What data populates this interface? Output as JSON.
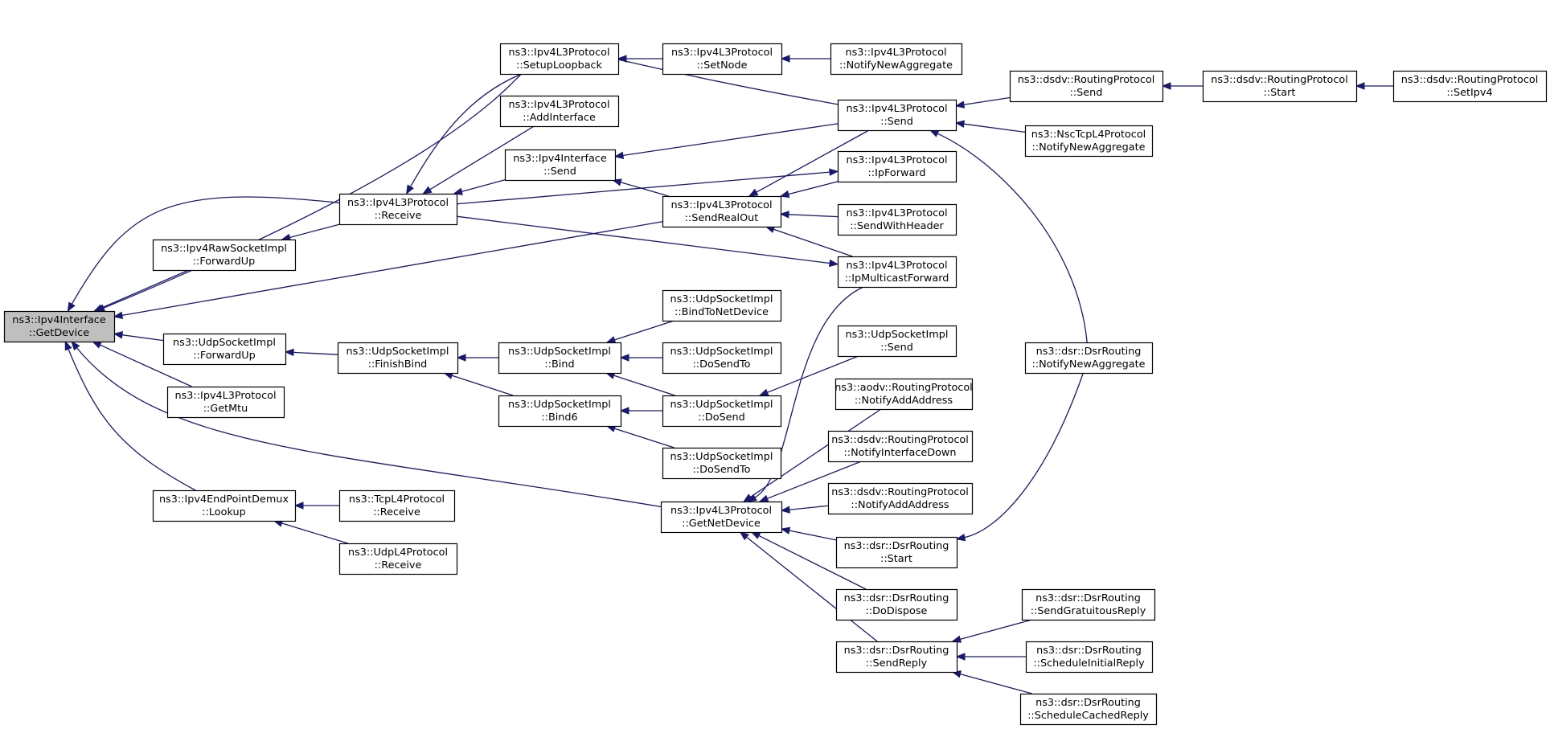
{
  "diagram": {
    "nodes": [
      {
        "id": "root",
        "line1": "ns3::Ipv4Interface",
        "line2": "::GetDevice"
      },
      {
        "id": "ipv4l3_setuploopback",
        "line1": "ns3::Ipv4L3Protocol",
        "line2": "::SetupLoopback"
      },
      {
        "id": "ipv4l3_setnode",
        "line1": "ns3::Ipv4L3Protocol",
        "line2": "::SetNode"
      },
      {
        "id": "ipv4l3_notifynewaggregate",
        "line1": "ns3::Ipv4L3Protocol",
        "line2": "::NotifyNewAggregate"
      },
      {
        "id": "ipv4l3_addinterface",
        "line1": "ns3::Ipv4L3Protocol",
        "line2": "::AddInterface"
      },
      {
        "id": "ipv4l3_send",
        "line1": "ns3::Ipv4L3Protocol",
        "line2": "::Send"
      },
      {
        "id": "dsdv_send",
        "line1": "ns3::dsdv::RoutingProtocol",
        "line2": "::Send"
      },
      {
        "id": "dsdv_start",
        "line1": "ns3::dsdv::RoutingProtocol",
        "line2": "::Start"
      },
      {
        "id": "dsdv_setipv4",
        "line1": "ns3::dsdv::RoutingProtocol",
        "line2": "::SetIpv4"
      },
      {
        "id": "nsctcp_notifynewaggregate",
        "line1": "ns3::NscTcpL4Protocol",
        "line2": "::NotifyNewAggregate"
      },
      {
        "id": "ipv4iface_send",
        "line1": "ns3::Ipv4Interface",
        "line2": "::Send"
      },
      {
        "id": "ipv4l3_ipforward",
        "line1": "ns3::Ipv4L3Protocol",
        "line2": "::IpForward"
      },
      {
        "id": "ipv4l3_receive",
        "line1": "ns3::Ipv4L3Protocol",
        "line2": "::Receive"
      },
      {
        "id": "ipv4l3_sendrealout",
        "line1": "ns3::Ipv4L3Protocol",
        "line2": "::SendRealOut"
      },
      {
        "id": "ipv4l3_sendwithheader",
        "line1": "ns3::Ipv4L3Protocol",
        "line2": "::SendWithHeader"
      },
      {
        "id": "ipv4raw_forwardup",
        "line1": "ns3::Ipv4RawSocketImpl",
        "line2": "::ForwardUp"
      },
      {
        "id": "ipv4l3_ipmulticastforward",
        "line1": "ns3::Ipv4L3Protocol",
        "line2": "::IpMulticastForward"
      },
      {
        "id": "udpsock_bindtonetdevice",
        "line1": "ns3::UdpSocketImpl",
        "line2": "::BindToNetDevice"
      },
      {
        "id": "udpsock_forwardup",
        "line1": "ns3::UdpSocketImpl",
        "line2": "::ForwardUp"
      },
      {
        "id": "udpsock_finishbind",
        "line1": "ns3::UdpSocketImpl",
        "line2": "::FinishBind"
      },
      {
        "id": "udpsock_bind",
        "line1": "ns3::UdpSocketImpl",
        "line2": "::Bind"
      },
      {
        "id": "udpsock_dosendto1",
        "line1": "ns3::UdpSocketImpl",
        "line2": "::DoSendTo"
      },
      {
        "id": "udpsock_send",
        "line1": "ns3::UdpSocketImpl",
        "line2": "::Send"
      },
      {
        "id": "dsr_notifynewaggregate",
        "line1": "ns3::dsr::DsrRouting",
        "line2": "::NotifyNewAggregate"
      },
      {
        "id": "ipv4l3_getmtu",
        "line1": "ns3::Ipv4L3Protocol",
        "line2": "::GetMtu"
      },
      {
        "id": "udpsock_bind6",
        "line1": "ns3::UdpSocketImpl",
        "line2": "::Bind6"
      },
      {
        "id": "udpsock_dosend",
        "line1": "ns3::UdpSocketImpl",
        "line2": "::DoSend"
      },
      {
        "id": "aodv_notifyaddaddress",
        "line1": "ns3::aodv::RoutingProtocol",
        "line2": "::NotifyAddAddress"
      },
      {
        "id": "dsdv_notifyinterfacedown",
        "line1": "ns3::dsdv::RoutingProtocol",
        "line2": "::NotifyInterfaceDown"
      },
      {
        "id": "udpsock_dosendto2",
        "line1": "ns3::UdpSocketImpl",
        "line2": "::DoSendTo"
      },
      {
        "id": "ipv4ep_lookup",
        "line1": "ns3::Ipv4EndPointDemux",
        "line2": "::Lookup"
      },
      {
        "id": "tcpl4_receive",
        "line1": "ns3::TcpL4Protocol",
        "line2": "::Receive"
      },
      {
        "id": "ipv4l3_getnetdevice",
        "line1": "ns3::Ipv4L3Protocol",
        "line2": "::GetNetDevice"
      },
      {
        "id": "dsdv_notifyaddaddress",
        "line1": "ns3::dsdv::RoutingProtocol",
        "line2": "::NotifyAddAddress"
      },
      {
        "id": "dsr_start",
        "line1": "ns3::dsr::DsrRouting",
        "line2": "::Start"
      },
      {
        "id": "udpl4_receive",
        "line1": "ns3::UdpL4Protocol",
        "line2": "::Receive"
      },
      {
        "id": "dsr_dodispose",
        "line1": "ns3::dsr::DsrRouting",
        "line2": "::DoDispose"
      },
      {
        "id": "dsr_sendgratuitousreply",
        "line1": "ns3::dsr::DsrRouting",
        "line2": "::SendGratuitousReply"
      },
      {
        "id": "dsr_sendreply",
        "line1": "ns3::dsr::DsrRouting",
        "line2": "::SendReply"
      },
      {
        "id": "dsr_scheduleinitialreply",
        "line1": "ns3::dsr::DsrRouting",
        "line2": "::ScheduleInitialReply"
      },
      {
        "id": "dsr_schedulecachedreply",
        "line1": "ns3::dsr::DsrRouting",
        "line2": "::ScheduleCachedReply"
      }
    ],
    "edges": [
      {
        "from": "ipv4l3_send",
        "to": "root"
      },
      {
        "from": "ipv4l3_receive",
        "to": "root"
      },
      {
        "from": "ipv4raw_forwardup",
        "to": "root"
      },
      {
        "from": "ipv4l3_sendrealout",
        "to": "root"
      },
      {
        "from": "udpsock_forwardup",
        "to": "root"
      },
      {
        "from": "ipv4l3_getmtu",
        "to": "root"
      },
      {
        "from": "ipv4l3_getnetdevice",
        "to": "root"
      },
      {
        "from": "ipv4ep_lookup",
        "to": "root"
      },
      {
        "from": "ipv4l3_setuploopback",
        "to": "ipv4l3_receive"
      },
      {
        "from": "ipv4l3_addinterface",
        "to": "ipv4l3_receive"
      },
      {
        "from": "ipv4iface_send",
        "to": "ipv4l3_receive"
      },
      {
        "from": "ipv4l3_setnode",
        "to": "ipv4l3_setuploopback"
      },
      {
        "from": "ipv4l3_notifynewaggregate",
        "to": "ipv4l3_setnode"
      },
      {
        "from": "dsdv_send",
        "to": "ipv4l3_send"
      },
      {
        "from": "nsctcp_notifynewaggregate",
        "to": "ipv4l3_send"
      },
      {
        "from": "dsr_notifynewaggregate",
        "to": "ipv4l3_send"
      },
      {
        "from": "dsdv_start",
        "to": "dsdv_send"
      },
      {
        "from": "dsdv_setipv4",
        "to": "dsdv_start"
      },
      {
        "from": "ipv4l3_send",
        "to": "ipv4iface_send"
      },
      {
        "from": "ipv4l3_sendrealout",
        "to": "ipv4iface_send"
      },
      {
        "from": "ipv4l3_send",
        "to": "ipv4l3_sendrealout"
      },
      {
        "from": "ipv4l3_ipforward",
        "to": "ipv4l3_sendrealout"
      },
      {
        "from": "ipv4l3_sendwithheader",
        "to": "ipv4l3_sendrealout"
      },
      {
        "from": "ipv4l3_ipmulticastforward",
        "to": "ipv4l3_sendrealout"
      },
      {
        "from": "ipv4l3_receive",
        "to": "ipv4l3_ipforward"
      },
      {
        "from": "ipv4l3_receive",
        "to": "ipv4l3_ipmulticastforward"
      },
      {
        "from": "ipv4l3_receive",
        "to": "ipv4raw_forwardup"
      },
      {
        "from": "udpsock_finishbind",
        "to": "udpsock_forwardup"
      },
      {
        "from": "udpsock_bind",
        "to": "udpsock_finishbind"
      },
      {
        "from": "udpsock_bind6",
        "to": "udpsock_finishbind"
      },
      {
        "from": "udpsock_bindtonetdevice",
        "to": "udpsock_bind"
      },
      {
        "from": "udpsock_dosendto1",
        "to": "udpsock_bind"
      },
      {
        "from": "udpsock_dosend",
        "to": "udpsock_bind"
      },
      {
        "from": "udpsock_dosend",
        "to": "udpsock_bind6"
      },
      {
        "from": "udpsock_dosendto2",
        "to": "udpsock_bind6"
      },
      {
        "from": "udpsock_send",
        "to": "udpsock_dosend"
      },
      {
        "from": "ipv4l3_ipmulticastforward",
        "to": "ipv4l3_getnetdevice"
      },
      {
        "from": "aodv_notifyaddaddress",
        "to": "ipv4l3_getnetdevice"
      },
      {
        "from": "dsdv_notifyinterfacedown",
        "to": "ipv4l3_getnetdevice"
      },
      {
        "from": "dsdv_notifyaddaddress",
        "to": "ipv4l3_getnetdevice"
      },
      {
        "from": "dsr_start",
        "to": "ipv4l3_getnetdevice"
      },
      {
        "from": "dsr_dodispose",
        "to": "ipv4l3_getnetdevice"
      },
      {
        "from": "dsr_sendreply",
        "to": "ipv4l3_getnetdevice"
      },
      {
        "from": "dsr_notifynewaggregate",
        "to": "dsr_start"
      },
      {
        "from": "dsr_sendgratuitousreply",
        "to": "dsr_sendreply"
      },
      {
        "from": "dsr_scheduleinitialreply",
        "to": "dsr_sendreply"
      },
      {
        "from": "dsr_schedulecachedreply",
        "to": "dsr_sendreply"
      },
      {
        "from": "tcpl4_receive",
        "to": "ipv4ep_lookup"
      },
      {
        "from": "udpl4_receive",
        "to": "ipv4ep_lookup"
      }
    ],
    "colors": {
      "edge": "#191970",
      "root_fill": "#bfbfbf",
      "node_fill": "#ffffff",
      "node_border": "#000000"
    }
  }
}
